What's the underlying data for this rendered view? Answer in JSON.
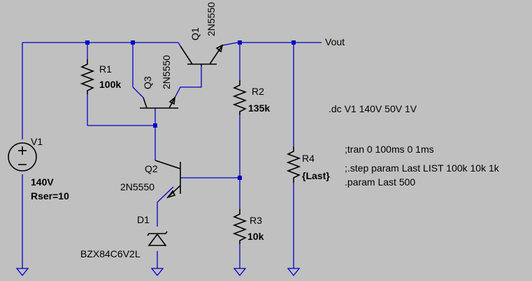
{
  "components": {
    "q1": {
      "ref": "Q1",
      "model": "2N5550"
    },
    "q2": {
      "ref": "Q2",
      "model": "2N5550"
    },
    "q3": {
      "ref": "Q3",
      "model": "2N5550"
    },
    "r1": {
      "ref": "R1",
      "value": "100k"
    },
    "r2": {
      "ref": "R2",
      "value": "135k"
    },
    "r3": {
      "ref": "R3",
      "value": "10k"
    },
    "r4": {
      "ref": "R4",
      "value": "{Last}"
    },
    "v1": {
      "ref": "V1",
      "value": "140V",
      "rser": "Rser=10"
    },
    "d1": {
      "ref": "D1",
      "model": "BZX84C6V2L"
    }
  },
  "net_labels": {
    "vout": "Vout"
  },
  "directives": {
    "dc": ".dc V1 140V 50V 1V",
    "tran": ";tran 0 100ms 0 1ms",
    "step": ";.step param Last LIST 100k 10k 1k",
    "param": ".param Last 500"
  },
  "colors": {
    "background": "#c0c0c0",
    "wire": "#0000c8",
    "component": "#000000",
    "text": "#000000"
  }
}
